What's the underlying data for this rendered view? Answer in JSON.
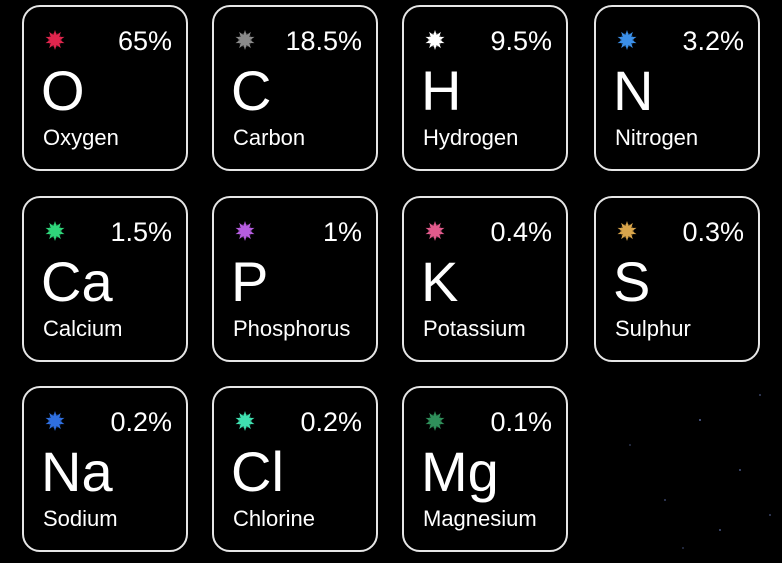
{
  "elements": [
    {
      "symbol": "O",
      "name": "Oxygen",
      "percent": "65%",
      "color": "#e0254d",
      "icon": "star-icon"
    },
    {
      "symbol": "C",
      "name": "Carbon",
      "percent": "18.5%",
      "color": "#8a8a8a",
      "icon": "star-icon"
    },
    {
      "symbol": "H",
      "name": "Hydrogen",
      "percent": "9.5%",
      "color": "#ffffff",
      "icon": "star-icon"
    },
    {
      "symbol": "N",
      "name": "Nitrogen",
      "percent": "3.2%",
      "color": "#3b8fe8",
      "icon": "star-icon"
    },
    {
      "symbol": "Ca",
      "name": "Calcium",
      "percent": "1.5%",
      "color": "#2fd67a",
      "icon": "star-icon"
    },
    {
      "symbol": "P",
      "name": "Phosphorus",
      "percent": "1%",
      "color": "#b65de0",
      "icon": "star-icon"
    },
    {
      "symbol": "K",
      "name": "Potassium",
      "percent": "0.4%",
      "color": "#e25a8c",
      "icon": "star-icon"
    },
    {
      "symbol": "S",
      "name": "Sulphur",
      "percent": "0.3%",
      "color": "#d9a54b",
      "icon": "star-icon"
    },
    {
      "symbol": "Na",
      "name": "Sodium",
      "percent": "0.2%",
      "color": "#2f6fe0",
      "icon": "star-icon"
    },
    {
      "symbol": "Cl",
      "name": "Chlorine",
      "percent": "0.2%",
      "color": "#3fe0b0",
      "icon": "star-icon"
    },
    {
      "symbol": "Mg",
      "name": "Magnesium",
      "percent": "0.1%",
      "color": "#2f8f5a",
      "icon": "star-icon"
    }
  ]
}
